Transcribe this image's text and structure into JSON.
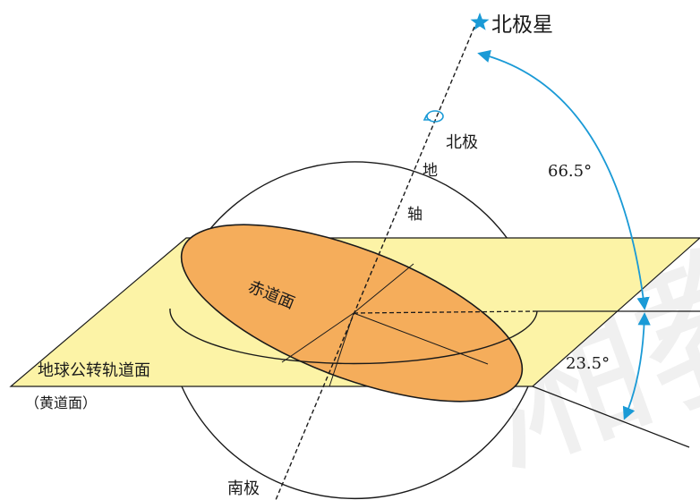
{
  "labels": {
    "polaris": "北极星",
    "north_pole": "北极",
    "axis_char_1": "地",
    "axis_char_2": "轴",
    "equator_plane": "赤道面",
    "orbit_plane": "地球公转轨道面",
    "ecliptic_plane": "（黄道面）",
    "south_pole": "南极"
  },
  "angles": {
    "axis_to_orbit": "66.5°",
    "equator_to_orbit": "23.5°"
  },
  "watermark": "湘教",
  "colors": {
    "orbit_plane_fill": "#fcf3a6",
    "equator_plane_fill": "#f5ad5b",
    "angle_arc": "#1a9ad6",
    "star": "#1a9ad6",
    "line": "#1a1a1a"
  },
  "icons": {
    "star": "star-icon",
    "rotation": "rotation-arrow-icon"
  }
}
